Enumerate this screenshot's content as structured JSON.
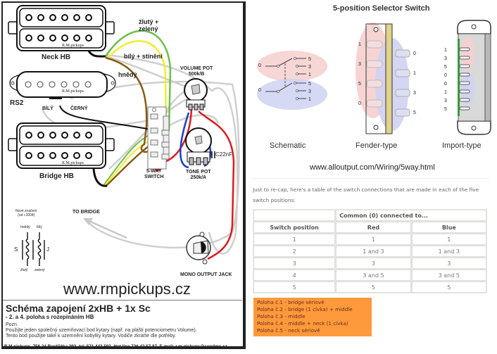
{
  "wiring_diagram": {
    "labels": {
      "neck": "Neck HB",
      "middle": "RS2",
      "bridge": "Bridge HB",
      "brand_tag": "R.M.pickups",
      "middle_white": "BÍLÝ",
      "middle_black": "ČERNÝ",
      "yellow_green": [
        "žlutý +",
        "zelený"
      ],
      "white_shield": "bílý + stínění",
      "brown": "hnědý",
      "volume_pot": [
        "VOLUME POT",
        "500k/B"
      ],
      "tone_pot": [
        "TONE POT",
        "250k/A"
      ],
      "capacitor": "C22nF",
      "switch": [
        "5-WAY",
        "SWITCH"
      ],
      "to_bridge": "TO BRIDGE",
      "jack": "MONO OUTPUT JACK"
    },
    "coil_legend": {
      "title": [
        "Nové značení",
        "(od r.2004)"
      ],
      "top_left": "hnědý",
      "top_right": "bílý",
      "side_left": "S",
      "side_right": "J",
      "bottom_left": "žlutý",
      "bottom_right": "zelený"
    },
    "wire_colors": {
      "yellow": "#f2ee2a",
      "green": "#6cc04a",
      "brown": "#8a5a12",
      "red": "#e01b1b",
      "blue": "#1a3fcc",
      "grey": "#c8c8c8",
      "black": "#111111"
    },
    "url": "www.rmpickups.cz",
    "footer": {
      "title": "Schéma zapojení 2xHB + 1x Sc",
      "subtitle": "- 2. a 4. poloha s rozepínáním HB",
      "notes": [
        "Pozn.",
        "Použijte jeden společný uzemňovací bod kytary (např. na plášti potenciometru Volume).",
        "Tento bod použijte také k uzemnění kobylky kytary. Vodiče  zkraťte dle potřeby."
      ],
      "contact": "R.M.pickups, 756 24 Bystřička 293, tel: 571 443 593, Hot line 736 42 57 87, E-mail: r.m.pickups@sendme.cz"
    }
  },
  "selector_panel": {
    "title": "5-position Selector Switch",
    "schematic": {
      "caption": "Schematic",
      "common": "0",
      "red_terminals": [
        "5",
        "3",
        "1"
      ],
      "blue_terminals": [
        "5",
        "3",
        "1"
      ]
    },
    "fender": {
      "caption": "Fender-type",
      "red_labels": [
        "1",
        "3",
        "5",
        "0"
      ],
      "blue_labels": [
        "0",
        "1",
        "3",
        "5"
      ]
    },
    "import": {
      "caption": "Import-type",
      "labels": [
        "1",
        "3",
        "5",
        "0",
        "0",
        "1",
        "3",
        "5"
      ]
    },
    "source_url": "www.alloutput.com/Wiring/5way.html",
    "recap": "Just to re-cap, here's a table of the switch connections that are made in each of the five switch positions:",
    "table": {
      "group_header": "Common (0) connected to...",
      "headers": [
        "Switch position",
        "Red",
        "Blue"
      ],
      "rows": [
        [
          "1",
          "1",
          "1"
        ],
        [
          "2",
          "1 and 3",
          "1 and 3"
        ],
        [
          "3",
          "3",
          "3"
        ],
        [
          "4",
          "3 and 5",
          "3 and 5"
        ],
        [
          "5",
          "5",
          "5"
        ]
      ]
    },
    "positions_legend": [
      "Poloha č.1 - bridge sériově",
      "Poloha č.2 - bridge (1 cívka) + middle",
      "Poloha č.3 - middle",
      "Poloha č.4 - middle + neck (1 cívka)",
      "Poloha č.5 - neck sériově"
    ],
    "colors": {
      "red_zone": "#f6cfcf",
      "blue_zone": "#cfd2f2",
      "legend_bg": "#ff9a3c"
    }
  }
}
